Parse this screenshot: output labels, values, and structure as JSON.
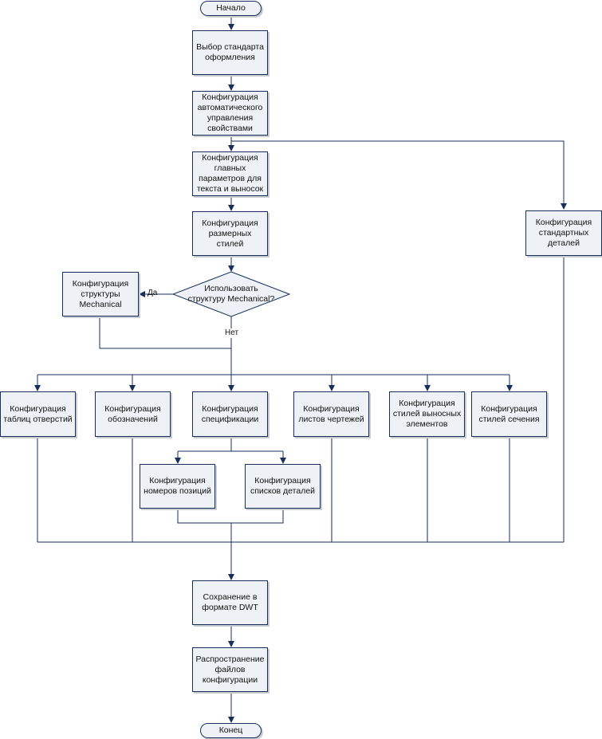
{
  "colors": {
    "line": "#1a2e5a",
    "box_fill": "#eef1f5",
    "text": "#111111"
  },
  "nodes": {
    "start": "Начало",
    "select_standard": "Выбор стандарта\nоформления",
    "auto_props": "Конфигурация\nавтоматического\nуправления\nсвойствами",
    "main_params": "Конфигурация\nглавных\nпараметров для\nтекста и выносок",
    "dim_styles": "Конфигурация\nразмерных\nстилей",
    "decision": "Использовать\nструктуру Mechanical?",
    "mech_structure": "Конфигурация\nструктуры\nMechanical",
    "std_parts": "Конфигурация\nстандартных\nдеталей",
    "hole_tables": "Конфигурация\nтаблиц отверстий",
    "symbols": "Конфигурация\nобозначений",
    "specs": "Конфигурация\nспецификации",
    "sheets": "Конфигурация\nлистов чертежей",
    "callouts": "Конфигурация\nстилей выносных\nэлементов",
    "sections": "Конфигурация\nстилей сечения",
    "item_numbers": "Конфигурация\nномеров позиций",
    "parts_lists": "Конфигурация\nсписков деталей",
    "save_dwt": "Сохранение в\nформате DWT",
    "distribute": "Распространение\nфайлов\nконфигурации",
    "end": "Конец"
  },
  "labels": {
    "yes": "Да",
    "no": "Нет"
  }
}
